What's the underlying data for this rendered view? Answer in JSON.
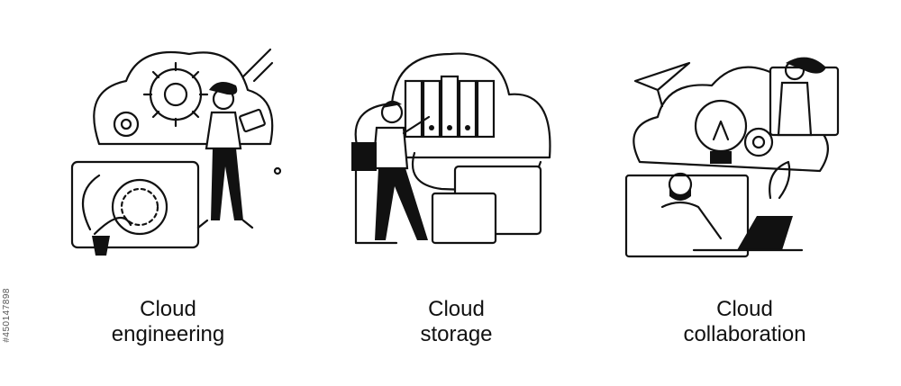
{
  "stock_id": "#450147898",
  "panels": [
    {
      "line1": "Cloud",
      "line2": "engineering"
    },
    {
      "line1": "Cloud",
      "line2": "storage"
    },
    {
      "line1": "Cloud",
      "line2": "collaboration"
    }
  ]
}
